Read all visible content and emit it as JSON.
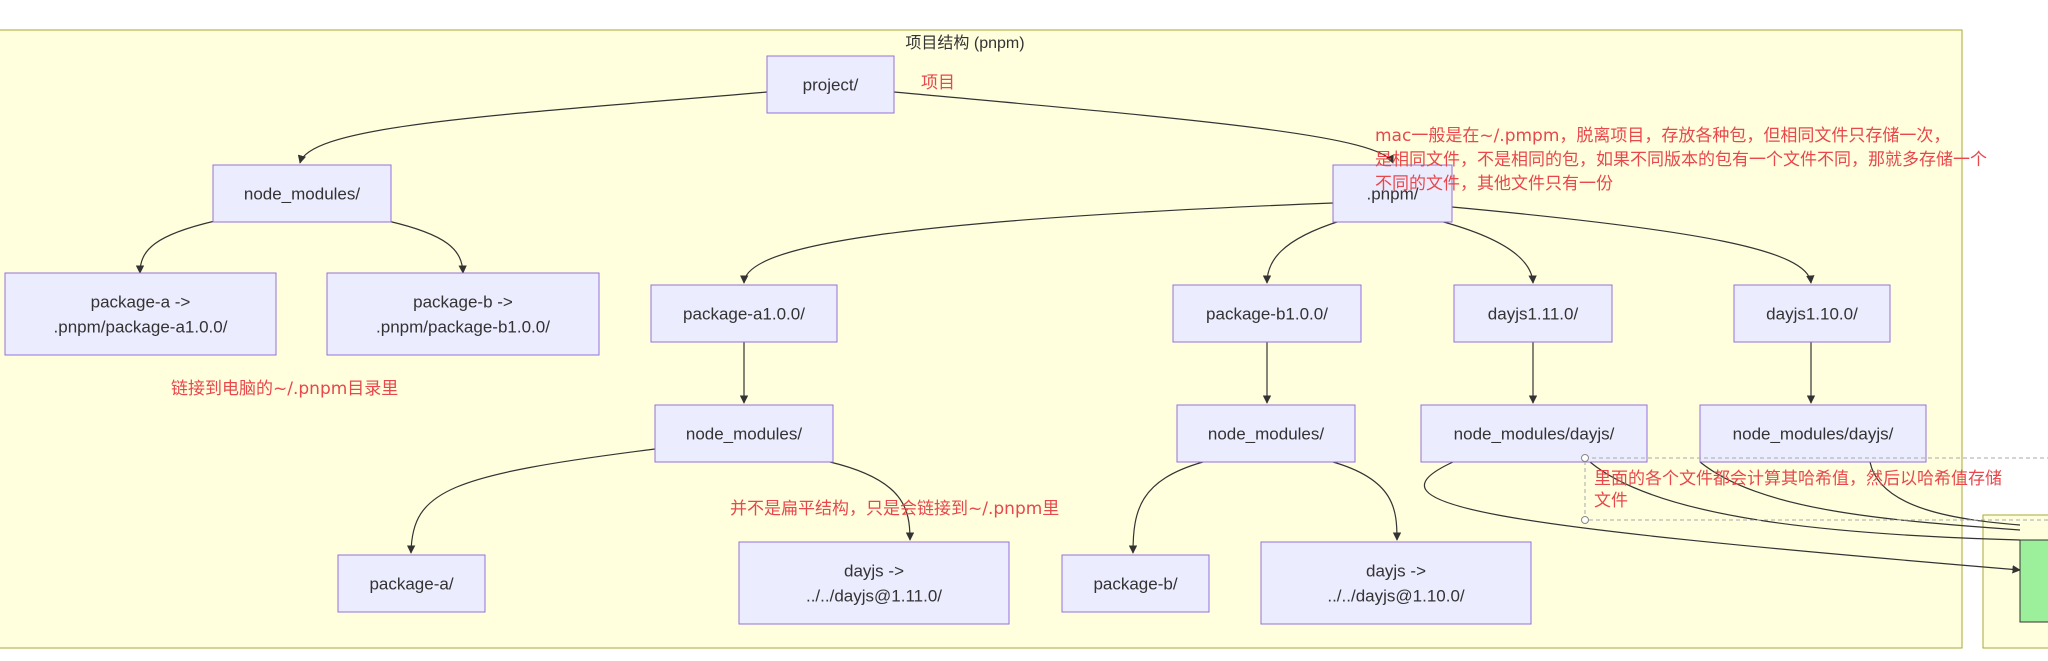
{
  "diagram": {
    "cluster_title": "项目结构 (pnpm)",
    "colors": {
      "cluster_fill": "#ffffde",
      "cluster_stroke": "#aaaa33",
      "node_fill": "#ececff",
      "node_stroke": "#9370db",
      "edge": "#333333",
      "note_text": "#e8474c",
      "green_node": "#9cf09c"
    },
    "nodes": [
      {
        "id": "project",
        "label": [
          "project/"
        ]
      },
      {
        "id": "nm_root",
        "label": [
          "node_modules/"
        ]
      },
      {
        "id": "pnpm",
        "label": [
          ".pnpm/"
        ]
      },
      {
        "id": "link_a",
        "label": [
          "package-a ->",
          ".pnpm/package-a1.0.0/"
        ]
      },
      {
        "id": "link_b",
        "label": [
          "package-b ->",
          ".pnpm/package-b1.0.0/"
        ]
      },
      {
        "id": "pa",
        "label": [
          "package-a1.0.0/"
        ]
      },
      {
        "id": "pb",
        "label": [
          "package-b1.0.0/"
        ]
      },
      {
        "id": "dj111",
        "label": [
          "dayjs1.11.0/"
        ]
      },
      {
        "id": "dj110",
        "label": [
          "dayjs1.10.0/"
        ]
      },
      {
        "id": "nm_pa",
        "label": [
          "node_modules/"
        ]
      },
      {
        "id": "nm_pb",
        "label": [
          "node_modules/"
        ]
      },
      {
        "id": "nmdj111",
        "label": [
          "node_modules/dayjs/"
        ]
      },
      {
        "id": "nmdj110",
        "label": [
          "node_modules/dayjs/"
        ]
      },
      {
        "id": "pa_leaf",
        "label": [
          "package-a/"
        ]
      },
      {
        "id": "dj_link1",
        "label": [
          "dayjs ->",
          "../../dayjs@1.11.0/"
        ]
      },
      {
        "id": "pb_leaf",
        "label": [
          "package-b/"
        ]
      },
      {
        "id": "dj_link2",
        "label": [
          "dayjs ->",
          "../../dayjs@1.10.0/"
        ]
      }
    ],
    "notes": {
      "project_note": "项目",
      "store_note": [
        "mac一般是在~/.pmpm，脱离项目，存放各种包，但相同文件只存储一次，",
        "是相同文件，不是相同的包，如果不同版本的包有一个文件不同，那就多存储一个",
        "不同的文件，其他文件只有一份"
      ],
      "link_note": "链接到电脑的~/.pnpm目录里",
      "flat_note": "并不是扁平结构，只是会链接到~/.pnpm里",
      "hash_note": [
        "里面的各个文件都会计算其哈希值，然后以哈希值存储",
        "文件"
      ]
    }
  }
}
